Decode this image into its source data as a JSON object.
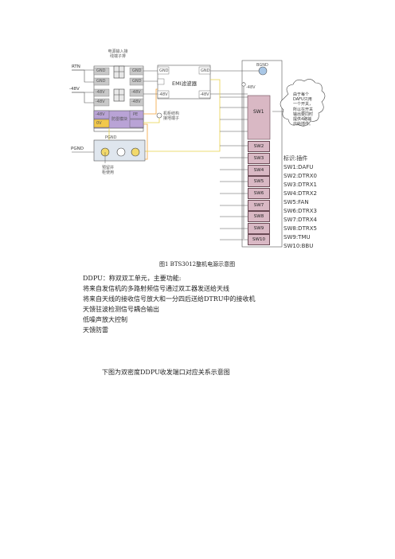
{
  "diagram": {
    "terminal_header": [
      "电源输入接",
      "线端子排"
    ],
    "rtn": "RTN",
    "neg48": "-48V",
    "pgnd": "PGND",
    "gnd": "GND",
    "v48": "-48V",
    "pe": "PE",
    "zero_v": "0V",
    "lightning_module": "防雷模块",
    "emi_filter": "EMI滤波器",
    "emi_gnd_out": "GND",
    "emi_48_in": "-48V",
    "emi_48_out": "-48V",
    "bgnd": "BGND",
    "bus_48": "-48V",
    "pgnd_bar": "PGND",
    "pgnd_note": [
      "预留并",
      "柜使用"
    ],
    "chassis_note": [
      "机柜结构",
      "接地端子"
    ],
    "sw1": "SW1",
    "switches": [
      "SW2",
      "SW3",
      "SW4",
      "SW5",
      "SW6",
      "SW7",
      "SW8",
      "SW9",
      "SW10"
    ],
    "cloud_text": [
      "由于每个",
      "DAFU只用",
      "一个开关，",
      "所以在开关",
      "输出要同时",
      "提供4路输",
      "出给插件。"
    ],
    "legend_title": "标识:插件",
    "legend": [
      "SW1:DAFU",
      "SW2:DTRX0",
      "SW3:DTRX1",
      "SW4:DTRX2",
      "SW5:FAN",
      "SW6:DTRX3",
      "SW7:DTRX4",
      "SW8:DTRX5",
      "SW9:TMU",
      "SW10:BBU"
    ]
  },
  "caption": "图1 BTS3012整机电源示意图",
  "paragraph": [
    "DDPU：称双双工单元，主要功能:",
    "将来自发信机的多路射频信号通过双工器发送给天线",
    "将来自天线的接收信号放大和一分四后送给DTRU中的接收机",
    "天馈驻波检测信号耦合输出",
    "低噪声放大控制",
    "天馈防雷"
  ],
  "bottom_line": "下图为双密度DDPU收发端口对应关系示意图",
  "colors": {
    "sw_fill": "#d9b8c4",
    "module_fill": "#b9a3d6",
    "cell_fill": "#c8c8c8",
    "wire_orange": "#f2a33a",
    "wire_yellow": "#e8d24a",
    "bgnd_circle": "#a9c7e6"
  }
}
